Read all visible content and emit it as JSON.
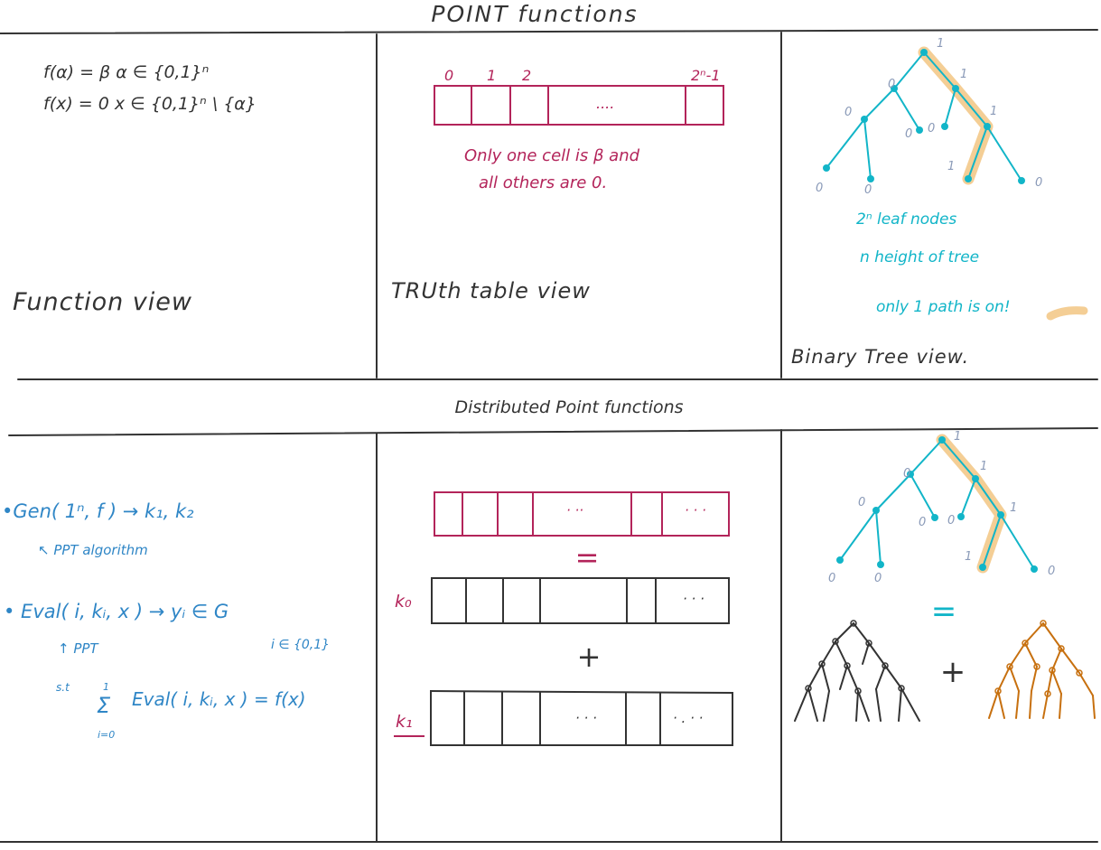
{
  "header": {
    "title": "POINT functions",
    "subtitle": "Distributed Point functions"
  },
  "colors": {
    "ink": "#333333",
    "crimson": "#b3245a",
    "teal": "#12b5c8",
    "blue": "#2f86c6",
    "highlight": "#f3c98a",
    "orange": "#c7700f",
    "grey_label": "#8a9ab8"
  },
  "function_view": {
    "line1": "f(α) = β    α ∈ {0,1}ⁿ",
    "line2": "f(x) = 0    x ∈ {0,1}ⁿ \\ {α}",
    "label": "Function view"
  },
  "truth_table": {
    "index_labels": [
      "0",
      "1",
      "2",
      "2ⁿ-1"
    ],
    "ellipsis": "....",
    "note_line1": "Only one cell is β and",
    "note_line2": "all others are 0.",
    "label": "TRUth table view"
  },
  "binary_tree": {
    "edge_label_on": "1",
    "edge_label_off": "0",
    "note_line1": "2ⁿ leaf nodes",
    "note_line2": "n height of tree",
    "note_line3": "only 1 path is on!",
    "label": "Binary Tree view."
  },
  "dpf_algorithms": {
    "gen": "•Gen( 1ⁿ, f ) → k₁, k₂",
    "gen_note": "↖ PPT algorithm",
    "eval": "• Eval( i, kᵢ, x ) → yᵢ ∈ G",
    "eval_note": "↑ PPT",
    "eval_domain": "i ∈ {0,1}",
    "st": "s.t",
    "sum_top": "1",
    "sum_symbol": "Σ",
    "sum_bottom": "i=0",
    "sum_expr": "Eval( i, kᵢ, x ) = f(x)"
  },
  "dpf_tables": {
    "ellipsis_top": "· ··",
    "ellipsis_top2": "· · ·",
    "equals": "=",
    "key0": "k₀",
    "plus": "+",
    "key1": "k₁",
    "ellipsis_mid": "· · ·",
    "ellipsis_bot": "· · ·",
    "ellipsis_bot2": "· . · ·"
  },
  "dpf_trees": {
    "equals": "=",
    "plus": "+"
  }
}
